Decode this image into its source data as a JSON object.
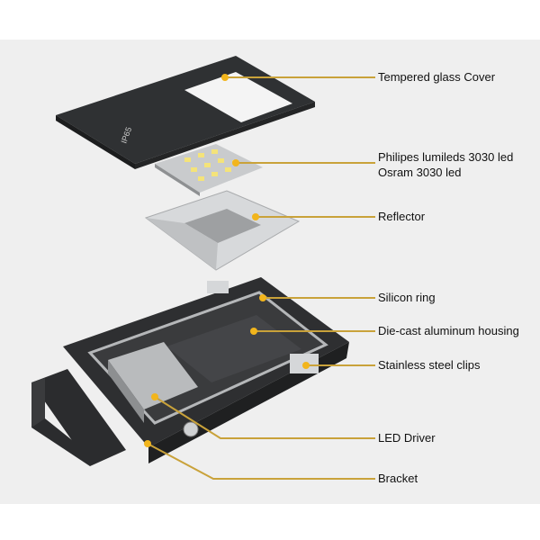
{
  "diagram": {
    "accent_color": "#c9a23a",
    "dot_color": "#f2b51c",
    "product_marking": "IP65",
    "labels": [
      {
        "id": "cover",
        "text": "Tempered glass Cover"
      },
      {
        "id": "led1",
        "text": "Philipes lumileds 3030 led"
      },
      {
        "id": "led2",
        "text": "Osram 3030 led"
      },
      {
        "id": "reflector",
        "text": "Reflector"
      },
      {
        "id": "ring",
        "text": "Silicon ring"
      },
      {
        "id": "housing",
        "text": "Die-cast aluminum housing"
      },
      {
        "id": "clips",
        "text": "Stainless steel clips"
      },
      {
        "id": "driver",
        "text": "LED Driver"
      },
      {
        "id": "bracket",
        "text": "Bracket"
      }
    ]
  }
}
